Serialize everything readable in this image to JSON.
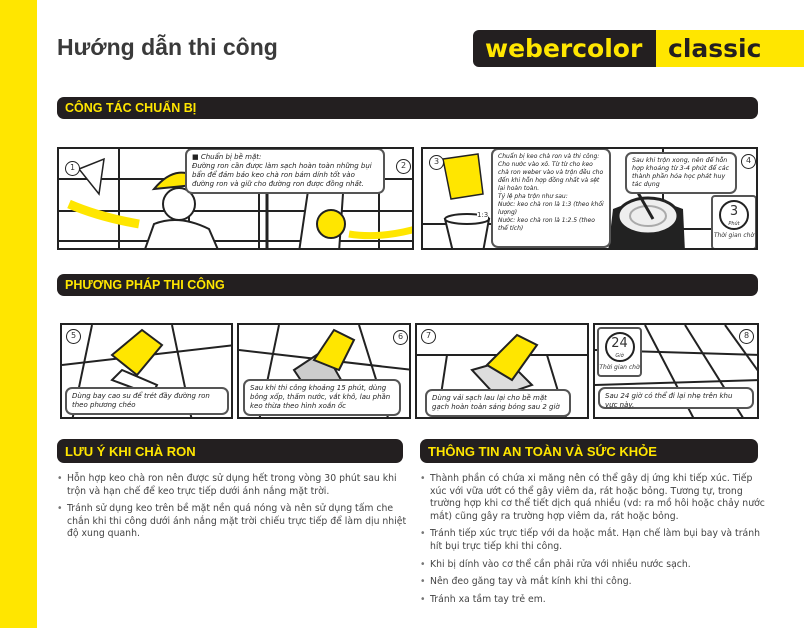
{
  "title": "Hướng dẫn thi công",
  "logo": {
    "part1": "webercolor",
    "part2": "classic"
  },
  "colors": {
    "brand_yellow": "#ffe600",
    "dark": "#231f20"
  },
  "sections": {
    "prep": "CÔNG TÁC CHUẨN BỊ",
    "method": "PHƯƠNG PHÁP THI CÔNG",
    "notes": "LƯU Ý KHI CHÀ RON",
    "safety": "THÔNG TIN AN TOÀN VÀ SỨC KHỎE"
  },
  "steps": [
    {
      "num": "1",
      "heading": "Chuẩn bị bề mặt:",
      "text": "Đường ron cần được làm sạch hoàn toàn những bụi bẩn để đảm bảo keo chà ron bám dính tốt vào đường ron và giữ cho đường ron được đồng nhất."
    },
    {
      "num": "2"
    },
    {
      "num": "3",
      "heading": "Chuẩn bị keo chà ron và thi công:",
      "bullet1": "Cho nước vào xô. Từ từ cho keo chà ron weber vào và trộn đều cho đến khi hỗn hợp đồng nhất và sệt lại hoàn toàn.",
      "bullet2_title": "Tỷ lệ pha trộn như sau:",
      "ratio1": "Nước: keo chà ron là 1:3 (theo khối lượng)",
      "ratio2": "Nước: keo chà ron là 1:2.5 (theo thể tích)",
      "bucket_label": "1:3"
    },
    {
      "num": "4",
      "text": "Sau khi trộn xong, nên để hỗn hợp khoảng từ 3-4 phút để các thành phần hóa học phát huy tác dụng",
      "clock_value": "3",
      "clock_unit": "Phút",
      "clock_label": "Thời gian chờ"
    },
    {
      "num": "5",
      "text": "Dùng bay cao su để trét đầy đường ron theo phương chéo"
    },
    {
      "num": "6",
      "text": "Sau khi thi công khoảng 15 phút, dùng bông xốp, thấm nước, vắt khô, lau phần keo thừa theo hình xoắn ốc"
    },
    {
      "num": "7",
      "text": "Dùng vải sạch lau lại cho bề mặt gạch hoàn toàn sáng bóng sau 2 giờ"
    },
    {
      "num": "8",
      "text": "Sau 24 giờ có thể đi lại nhẹ trên khu vực này.",
      "clock_value": "24",
      "clock_unit": "Giờ",
      "clock_label": "Thời gian chờ"
    }
  ],
  "notes": [
    "Hỗn hợp keo chà ron nên được sử dụng hết trong vòng 30 phút sau khi trộn và hạn chế để keo trực tiếp dưới ánh nắng mặt trời.",
    "Tránh sử dụng keo trên bề mặt nền quá nóng và nên sử dụng tấm che chắn khi thi công dưới ánh nắng mặt trời chiếu trực tiếp để làm dịu nhiệt độ xung quanh."
  ],
  "safety": [
    "Thành phần có chứa xi măng nên có thể gây dị ứng khi tiếp xúc. Tiếp xúc với vữa ướt có thể gây viêm da, rát hoặc bỏng. Tương tự, trong trường hợp khi cơ thể tiết dịch quá nhiều (vd: ra mồ hôi hoặc chảy nước mắt) cũng gây ra trường hợp viêm da, rát hoặc bỏng.",
    "Tránh tiếp xúc trực tiếp với da hoặc mắt. Hạn chế làm bụi bay và tránh hít bụi trực tiếp khi thi công.",
    "Khi bị dính vào cơ thể cần phải rửa với nhiều nước sạch.",
    "Nên đeo găng tay và mắt kính khi thi công.",
    "Tránh xa tầm tay trẻ em."
  ]
}
